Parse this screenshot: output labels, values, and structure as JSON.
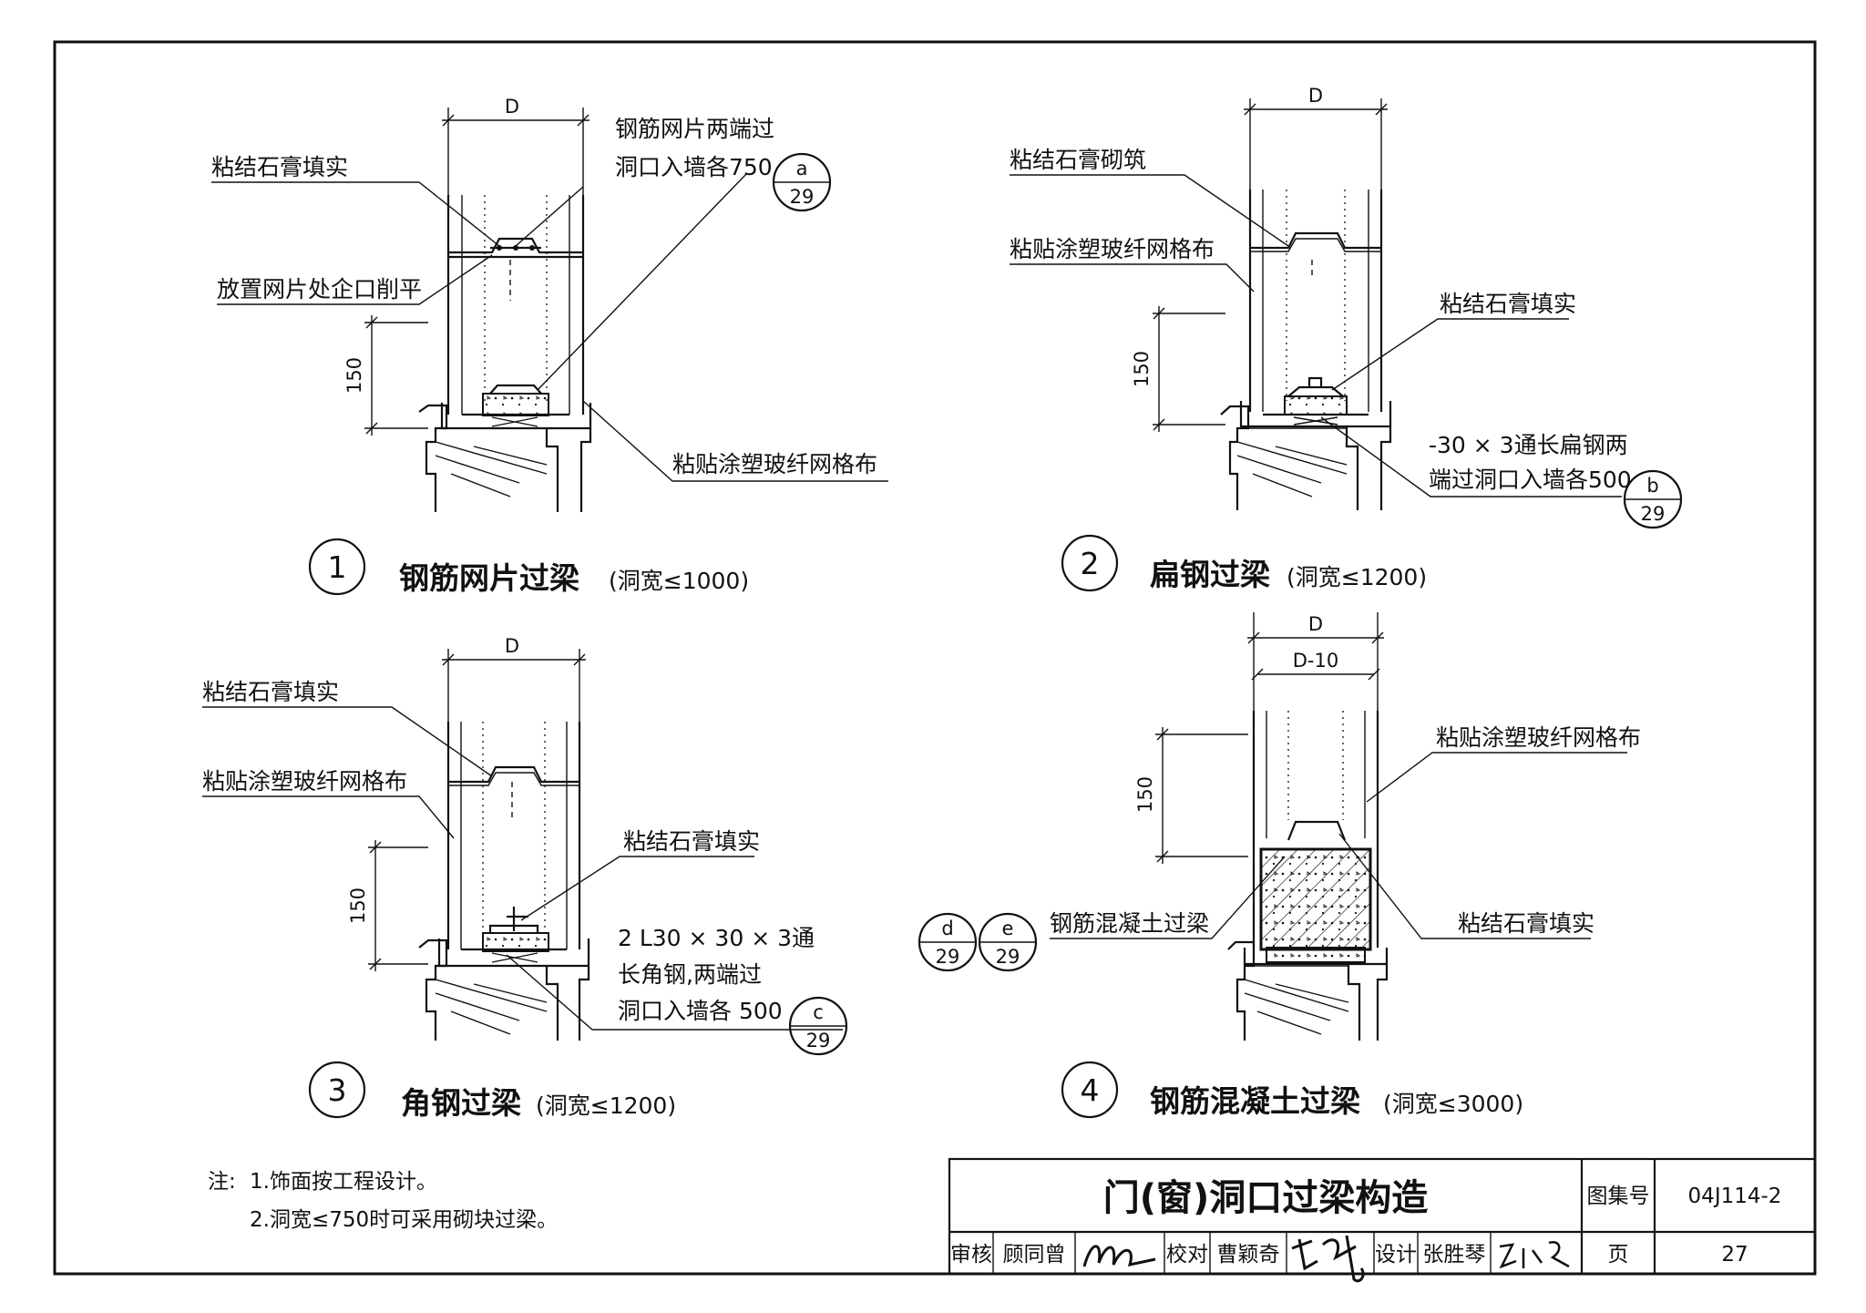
{
  "details": [
    {
      "number": "1",
      "title": "钢筋网片过梁",
      "note": "(洞宽≤1000)",
      "dim_width": "D",
      "dim_height": "150",
      "labels": [
        "粘结石膏填实",
        "放置网片处企口削平",
        "钢筋网片两端过",
        "洞口入墙各750",
        "粘贴涂塑玻纤网格布"
      ],
      "reference": {
        "top": "a",
        "bottom": "29"
      }
    },
    {
      "number": "2",
      "title": "扁钢过梁",
      "note": "(洞宽≤1200)",
      "dim_width": "D",
      "dim_height": "150",
      "labels": [
        "粘结石膏砌筑",
        "粘贴涂塑玻纤网格布",
        "粘结石膏填实",
        "-30 × 3通长扁钢两",
        "端过洞口入墙各500"
      ],
      "reference": {
        "top": "b",
        "bottom": "29"
      }
    },
    {
      "number": "3",
      "title": "角钢过梁",
      "note": "(洞宽≤1200)",
      "dim_width": "D",
      "dim_height": "150",
      "labels": [
        "粘结石膏填实",
        "粘贴涂塑玻纤网格布",
        "粘结石膏填实",
        "2 L30 × 30 × 3通",
        "长角钢,两端过",
        "洞口入墙各 500"
      ],
      "reference": {
        "top": "c",
        "bottom": "29"
      }
    },
    {
      "number": "4",
      "title": "钢筋混凝土过梁",
      "note": "(洞宽≤3000)",
      "dim_width": "D",
      "dim_inner": "D-10",
      "dim_height": "150",
      "labels": [
        "粘贴涂塑玻纤网格布",
        "钢筋混凝土过梁",
        "粘结石膏填实"
      ],
      "references": [
        {
          "top": "d",
          "bottom": "29"
        },
        {
          "top": "e",
          "bottom": "29"
        }
      ]
    }
  ],
  "notes": {
    "prefix": "注:",
    "items": [
      "1.饰面按工程设计。",
      "2.洞宽≤750时可采用砌块过梁。"
    ]
  },
  "title_block": {
    "drawing_title": "门(窗)洞口过梁构造",
    "atlas_label": "图集号",
    "atlas_number": "04J114-2",
    "page_label": "页",
    "page_number": "27",
    "review_label": "审核",
    "reviewer": "顾同曾",
    "check_label": "校对",
    "checker": "曹颖奇",
    "design_label": "设计",
    "designer": "张胜琴"
  }
}
